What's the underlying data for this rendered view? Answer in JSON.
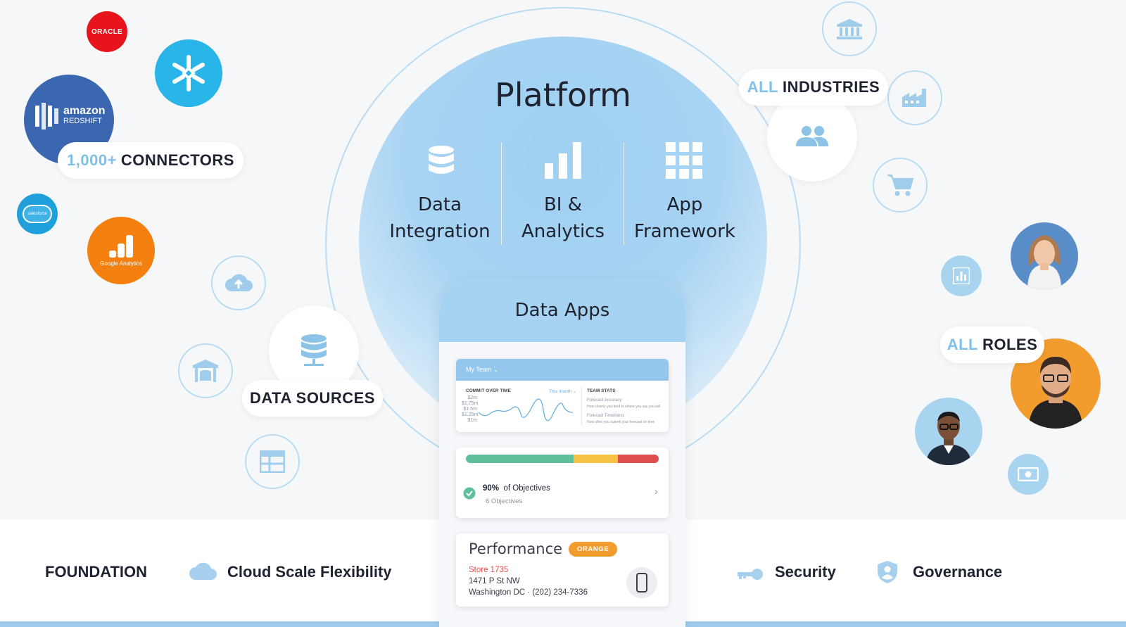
{
  "platform": {
    "title": "Platform",
    "features": [
      {
        "line1": "Data",
        "line2": "Integration",
        "icon": "database-icon"
      },
      {
        "line1": "BI &",
        "line2": "Analytics",
        "icon": "bar-chart-icon"
      },
      {
        "line1": "App",
        "line2": "Framework",
        "icon": "grid-icon"
      }
    ]
  },
  "connectors": {
    "count": "1,000+",
    "label": "CONNECTORS",
    "logos": [
      "ORACLE",
      "amazon",
      "REDSHIFT",
      "salesforce",
      "Google Analytics"
    ]
  },
  "data_sources": {
    "label": "DATA SOURCES"
  },
  "industries": {
    "accent": "ALL",
    "label": "INDUSTRIES"
  },
  "roles": {
    "accent": "ALL",
    "label": "ROLES"
  },
  "data_apps": {
    "title": "Data Apps",
    "team_card": {
      "selector": "My Team",
      "chart_title": "COMMIT OVER TIME",
      "range": "This month",
      "y_ticks": [
        "$2m",
        "$1.75m",
        "$1.5m",
        "$1.25m",
        "$1m"
      ],
      "stats_title": "TEAM STATS",
      "stat1_title": "Forecast Accuracy",
      "stat1_desc": "How closely you tend to where you say you will",
      "stat2_title": "Forecast Timeliness",
      "stat2_desc": "How often you submit your forecast on time"
    },
    "objectives_card": {
      "percent": "90%",
      "label": "of Objectives",
      "sub": "6 Objectives",
      "progress": {
        "green": 0.56,
        "yellow": 0.23,
        "red": 0.21
      }
    },
    "performance_card": {
      "title": "Performance",
      "badge": "ORANGE",
      "store": "Store 1735",
      "address1": "1471 P St NW",
      "address2": "Washington DC · (202) 234-7336"
    }
  },
  "foundation": {
    "label": "FOUNDATION",
    "items": [
      "Cloud Scale Flexibility",
      "Security",
      "Governance"
    ]
  },
  "colors": {
    "accent_light": "#7fbfe8",
    "bubble_blue": "#9fd0f2",
    "green": "#5fbf9a",
    "yellow": "#f6c344",
    "red": "#e04f4f",
    "orange": "#f39c2e"
  }
}
